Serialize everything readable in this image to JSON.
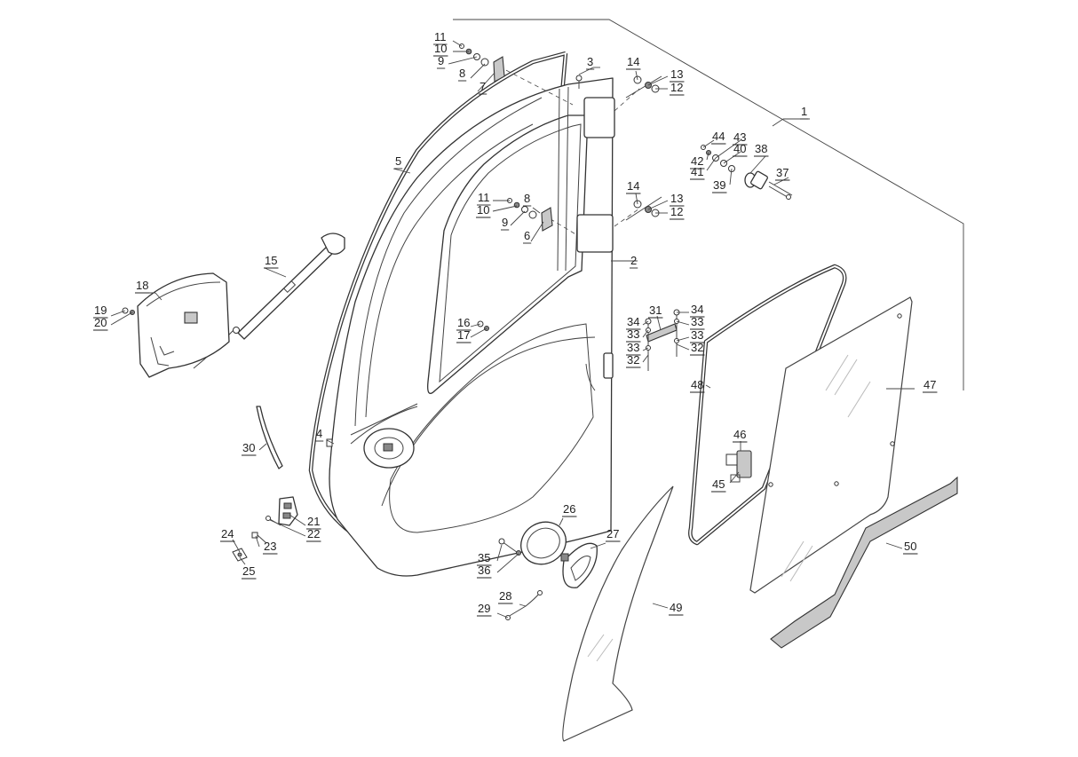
{
  "callouts": [
    {
      "id": "c1",
      "text": "1"
    },
    {
      "id": "c2",
      "text": "2"
    },
    {
      "id": "c3",
      "text": "3"
    },
    {
      "id": "c4",
      "text": "4"
    },
    {
      "id": "c5",
      "text": "5"
    },
    {
      "id": "c6",
      "text": "6"
    },
    {
      "id": "c7",
      "text": "7"
    },
    {
      "id": "c8a",
      "text": "8"
    },
    {
      "id": "c8b",
      "text": "8"
    },
    {
      "id": "c9a",
      "text": "9"
    },
    {
      "id": "c9b",
      "text": "9"
    },
    {
      "id": "c10a",
      "text": "10"
    },
    {
      "id": "c10b",
      "text": "10"
    },
    {
      "id": "c11a",
      "text": "11"
    },
    {
      "id": "c11b",
      "text": "11"
    },
    {
      "id": "c12a",
      "text": "12"
    },
    {
      "id": "c12b",
      "text": "12"
    },
    {
      "id": "c13a",
      "text": "13"
    },
    {
      "id": "c13b",
      "text": "13"
    },
    {
      "id": "c14a",
      "text": "14"
    },
    {
      "id": "c14b",
      "text": "14"
    },
    {
      "id": "c15",
      "text": "15"
    },
    {
      "id": "c16",
      "text": "16"
    },
    {
      "id": "c17",
      "text": "17"
    },
    {
      "id": "c18",
      "text": "18"
    },
    {
      "id": "c19",
      "text": "19"
    },
    {
      "id": "c20",
      "text": "20"
    },
    {
      "id": "c21",
      "text": "21"
    },
    {
      "id": "c22",
      "text": "22"
    },
    {
      "id": "c23",
      "text": "23"
    },
    {
      "id": "c24",
      "text": "24"
    },
    {
      "id": "c25",
      "text": "25"
    },
    {
      "id": "c26",
      "text": "26"
    },
    {
      "id": "c27",
      "text": "27"
    },
    {
      "id": "c28",
      "text": "28"
    },
    {
      "id": "c29",
      "text": "29"
    },
    {
      "id": "c30",
      "text": "30"
    },
    {
      "id": "c31",
      "text": "31"
    },
    {
      "id": "c32a",
      "text": "32"
    },
    {
      "id": "c32b",
      "text": "32"
    },
    {
      "id": "c33a",
      "text": "33"
    },
    {
      "id": "c33b",
      "text": "33"
    },
    {
      "id": "c33c",
      "text": "33"
    },
    {
      "id": "c33d",
      "text": "33"
    },
    {
      "id": "c34a",
      "text": "34"
    },
    {
      "id": "c34b",
      "text": "34"
    },
    {
      "id": "c35",
      "text": "35"
    },
    {
      "id": "c36",
      "text": "36"
    },
    {
      "id": "c37",
      "text": "37"
    },
    {
      "id": "c38",
      "text": "38"
    },
    {
      "id": "c39",
      "text": "39"
    },
    {
      "id": "c40",
      "text": "40"
    },
    {
      "id": "c41",
      "text": "41"
    },
    {
      "id": "c42",
      "text": "42"
    },
    {
      "id": "c43",
      "text": "43"
    },
    {
      "id": "c44",
      "text": "44"
    },
    {
      "id": "c45",
      "text": "45"
    },
    {
      "id": "c46",
      "text": "46"
    },
    {
      "id": "c47",
      "text": "47"
    },
    {
      "id": "c48",
      "text": "48"
    },
    {
      "id": "c49",
      "text": "49"
    },
    {
      "id": "c50",
      "text": "50"
    }
  ]
}
